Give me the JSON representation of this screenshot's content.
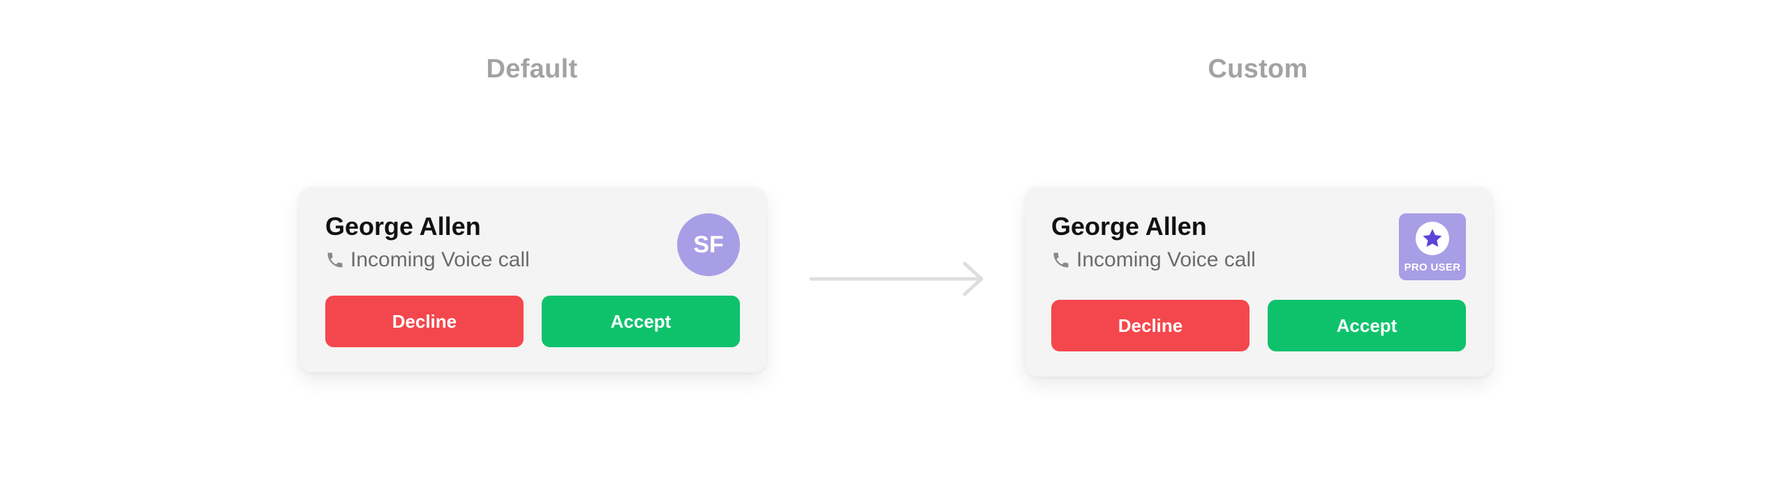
{
  "columns": {
    "default_title": "Default",
    "custom_title": "Custom"
  },
  "default_card": {
    "caller_name": "George Allen",
    "call_type": "Incoming Voice call",
    "avatar_initials": "SF",
    "decline_label": "Decline",
    "accept_label": "Accept"
  },
  "custom_card": {
    "caller_name": "George Allen",
    "call_type": "Incoming Voice call",
    "badge_label": "PRO USER",
    "decline_label": "Decline",
    "accept_label": "Accept"
  },
  "icons": {
    "phone": "phone-icon",
    "star": "star-icon",
    "arrow": "arrow-right-icon"
  },
  "colors": {
    "card_background": "#f4f4f4",
    "avatar": "#a89ee6",
    "decline": "#f4474d",
    "accept": "#0ec26c",
    "star": "#5b45d8",
    "title_text": "#a3a3a3"
  }
}
